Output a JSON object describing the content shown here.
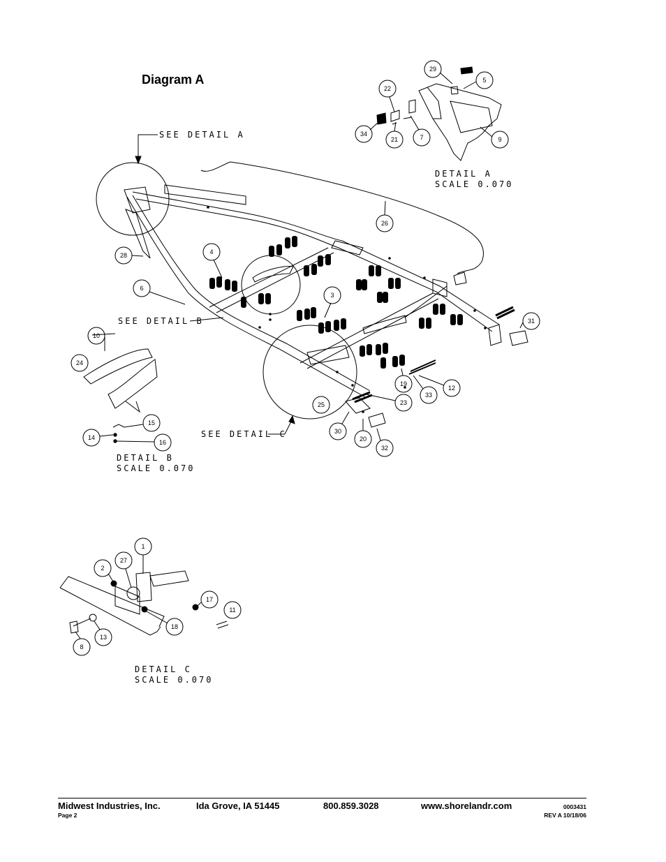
{
  "title": "Diagram A",
  "detail_labels": {
    "see_a": "SEE DETAIL  A",
    "see_b": "SEE DETAIL  B",
    "see_c": "SEE DETAIL  C",
    "detail_a": "DETAIL  A",
    "scale_a": "SCALE  0.070",
    "detail_b": "DETAIL  B",
    "scale_b": "SCALE  0.070",
    "detail_c": "DETAIL  C",
    "scale_c": "SCALE  0.070"
  },
  "callouts": [
    "29",
    "5",
    "22",
    "34",
    "21",
    "7",
    "9",
    "26",
    "28",
    "4",
    "6",
    "3",
    "10",
    "24",
    "31",
    "19",
    "12",
    "33",
    "23",
    "25",
    "30",
    "20",
    "32",
    "15",
    "14",
    "16",
    "1",
    "27",
    "2",
    "17",
    "11",
    "18",
    "8",
    "13"
  ],
  "footer": {
    "company": "Midwest Industries, Inc.",
    "city": "Ida Grove, IA  51445",
    "phone": "800.859.3028",
    "web": "www.shorelandr.com",
    "page": "Page 2",
    "doc_number": "0003431",
    "revision": "REV A  10/18/06"
  }
}
